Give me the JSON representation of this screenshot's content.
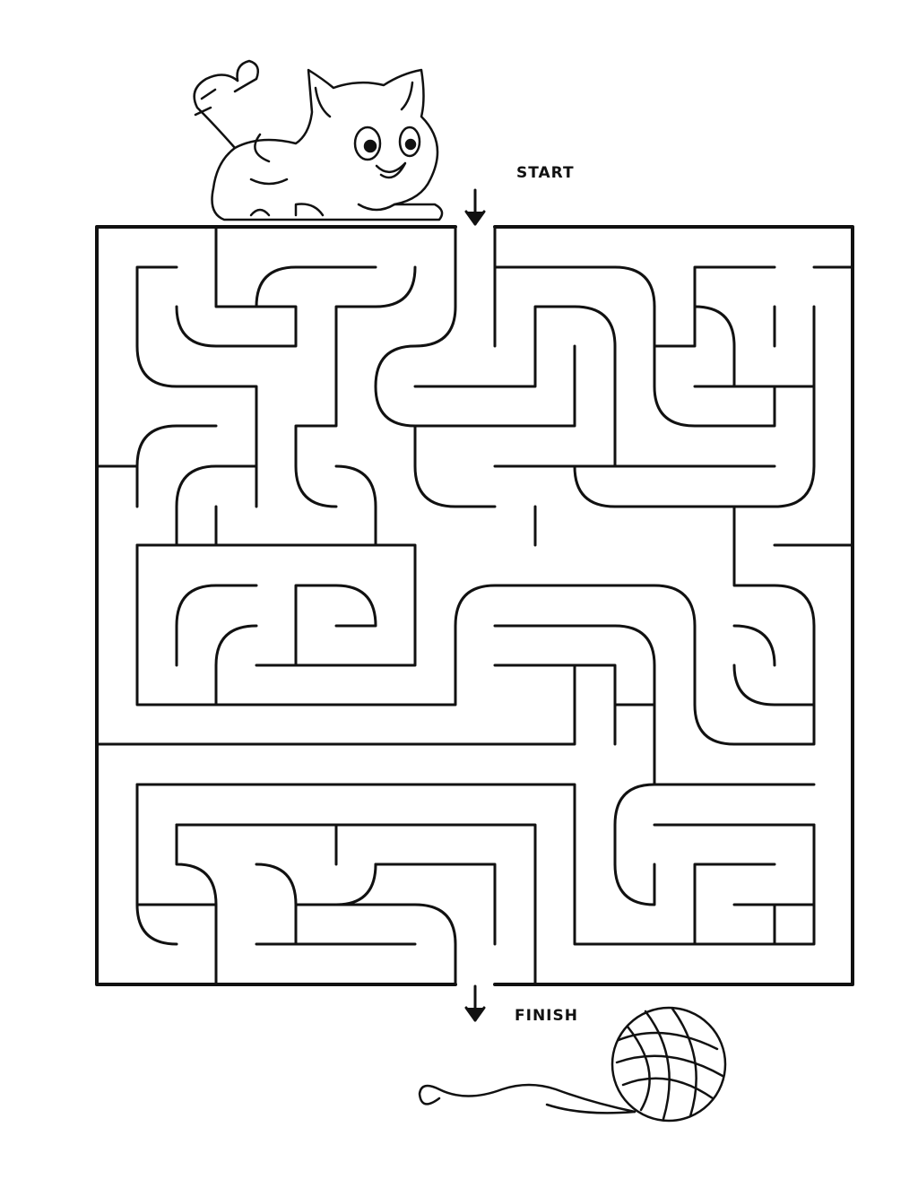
{
  "labels": {
    "start": "START",
    "finish": "FINISH"
  },
  "icons": {
    "start_arrow": "arrow-down-icon",
    "finish_arrow": "arrow-down-icon",
    "character": "cat-illustration",
    "goal": "yarn-ball-illustration"
  },
  "colors": {
    "ink": "#111111",
    "background": "#ffffff"
  }
}
